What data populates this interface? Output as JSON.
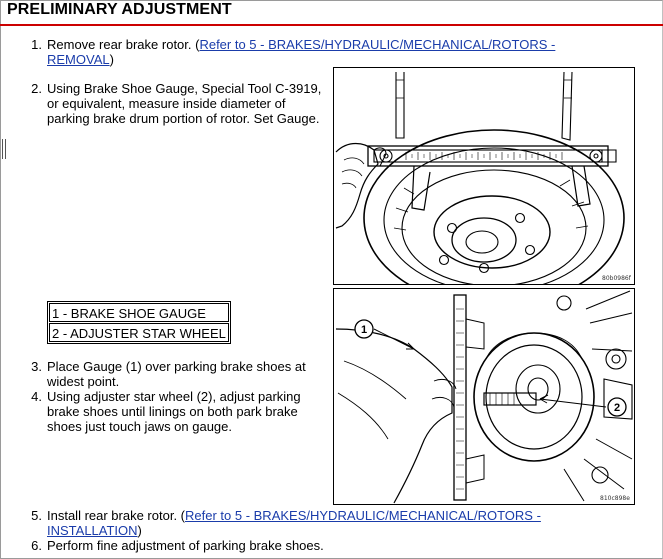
{
  "section": {
    "title": "PRELIMINARY ADJUSTMENT"
  },
  "steps": [
    {
      "number": "1.",
      "line1_text": "Remove rear brake rotor. (",
      "link_part1": "Refer to 5 - BRAKES/HYDRAULIC/MECHANICAL/ROTORS -",
      "link_part2": "REMOVAL",
      "line2_tail": ")"
    },
    {
      "number": "2.",
      "lines": [
        "Using Brake Shoe Gauge, Special Tool C-3919,",
        "or equivalent, measure inside diameter of",
        "parking brake drum portion of rotor. Set Gauge."
      ]
    },
    {
      "number": "3.",
      "lines": [
        "Place Gauge (1) over parking brake shoes at",
        "widest point."
      ]
    },
    {
      "number": "4.",
      "lines": [
        "Using adjuster star wheel (2), adjust parking",
        "brake shoes until linings on both park brake",
        "shoes just touch jaws on gauge."
      ]
    },
    {
      "number": "5.",
      "line1_text": "Install rear brake rotor. (",
      "link_part1": "Refer to 5 - BRAKES/HYDRAULIC/MECHANICAL/ROTORS -",
      "link_part2": "INSTALLATION",
      "line2_tail": ")"
    },
    {
      "number": "6.",
      "lines": [
        "Perform fine adjustment of parking brake shoes."
      ]
    }
  ],
  "legend": [
    "1 - BRAKE SHOE GAUGE",
    "2 - ADJUSTER STAR WHEEL"
  ],
  "figures": {
    "gauge_measure": {
      "code": "80b0986f"
    },
    "gauge_adjust": {
      "code": "810c898e",
      "callout_1": "1",
      "callout_2": "2"
    }
  },
  "colors": {
    "link": "#1a3caa",
    "title_rule": "#cc0000"
  }
}
